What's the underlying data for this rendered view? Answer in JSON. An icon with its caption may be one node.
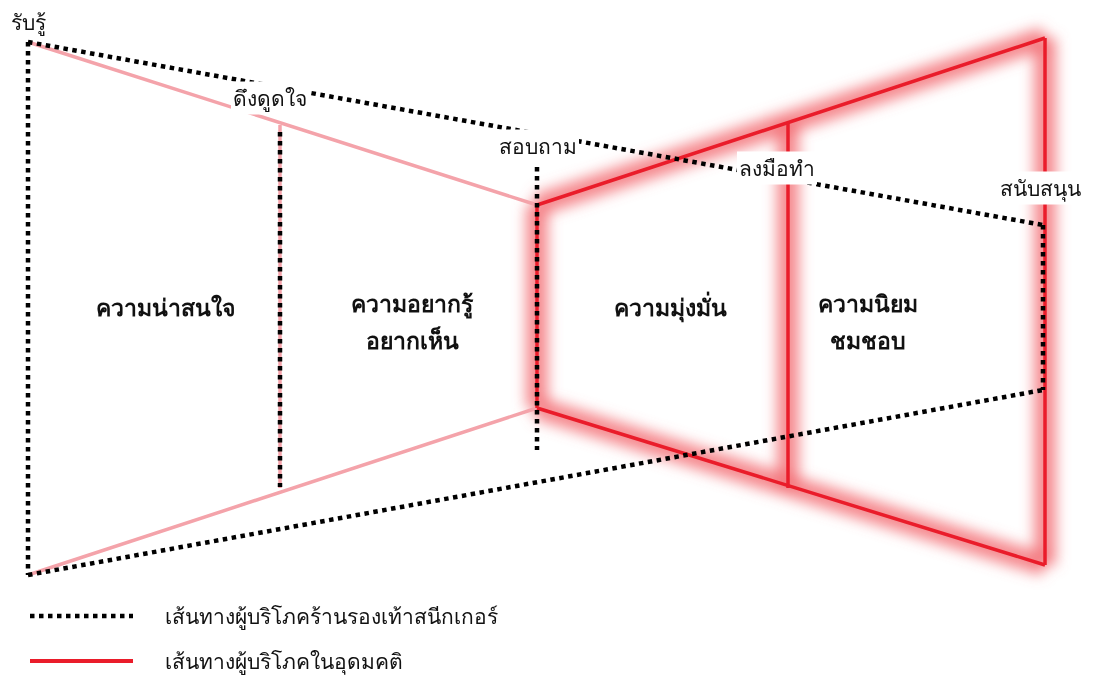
{
  "diagram": {
    "nodes": [
      {
        "text": [
          "ความน่าสนใจ"
        ]
      },
      {
        "text": [
          "ความอยากรู้อยากเห็น"
        ]
      },
      {
        "text": [
          "ความมุ่งมั่น"
        ]
      },
      {
        "text": [
          "ความนิยมชมชอบ"
        ]
      }
    ],
    "labels": [
      "รับรู้",
      "ดึงดูดใจ",
      "สอบถาม",
      "ลงมือทำ",
      "สนับสนุน"
    ],
    "legend": [
      {
        "text": "เส้นทางผู้บริโภคร้านรองเท้าสนีกเกอร์"
      },
      {
        "text": "เส้นทางผู้บริโภคในอุดมคติ"
      }
    ]
  }
}
